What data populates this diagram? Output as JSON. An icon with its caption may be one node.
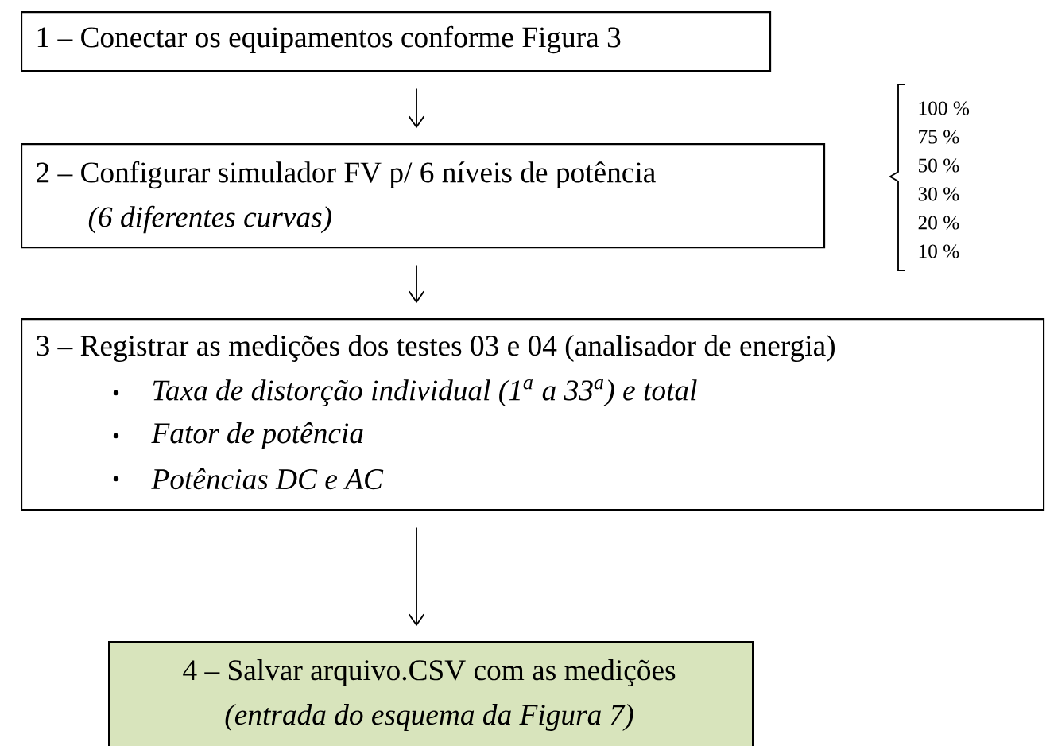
{
  "diagram": {
    "nodes": [
      {
        "text": [
          "1 – Conectar os equipamentos conforme Figura 3"
        ]
      },
      {
        "text": [
          "2 – Configurar simulador FV p/ 6 níveis de potência",
          "(6 diferentes curvas)"
        ]
      },
      {
        "text": [
          "3 – Registrar as medições dos testes 03 e 04 (analisador de energia)",
          "Taxa de distorção individual (1$^{a}$ a 33$^{a}$) e total",
          "Fator de potência",
          "Potências DC e AC"
        ]
      },
      {
        "text": [
          "4 – Salvar arquivo.CSV com as medições",
          "(entrada do esquema da Figura 7)"
        ]
      }
    ],
    "edges": [
      {
        "from": 0,
        "to": 1,
        "arrow": "to"
      },
      {
        "from": 1,
        "to": 2,
        "arrow": "to"
      },
      {
        "from": 2,
        "to": 3,
        "arrow": "to"
      }
    ],
    "labels": [
      "100 %",
      "75 %",
      "50 %",
      "30 %",
      "20 %",
      "10 %"
    ]
  }
}
